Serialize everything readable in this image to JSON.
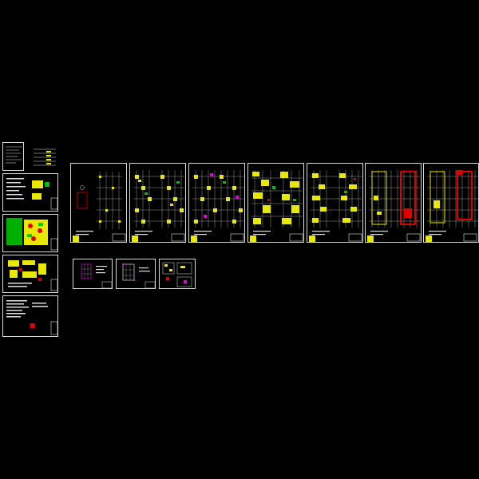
{
  "canvas": {
    "background": "#000000"
  },
  "colors": {
    "border": "#d8d8d8",
    "grid": "#9a9a9a",
    "yellow": "#e8e800",
    "green": "#00c000",
    "red": "#e00000",
    "magenta": "#e000e0",
    "cyan": "#00c8c8",
    "white": "#ffffff"
  },
  "sheets": {
    "left_column": [
      "cover-legend",
      "notes-plan",
      "colored-plan",
      "detail-plan",
      "notes-sheet"
    ],
    "main_row": [
      "plan-1",
      "plan-2",
      "plan-3",
      "plan-4",
      "plan-5",
      "plan-6",
      "plan-7"
    ],
    "small_row": [
      "small-1",
      "small-2",
      "small-3"
    ]
  }
}
